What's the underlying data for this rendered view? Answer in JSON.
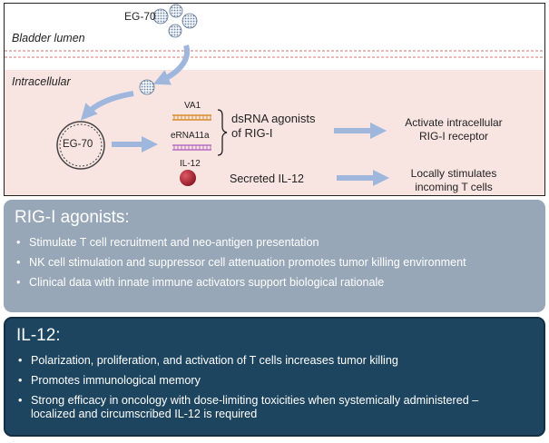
{
  "diagram": {
    "labels": {
      "eg70_top": "EG-70",
      "bladder_lumen": "Bladder lumen",
      "intracellular": "Intracellular",
      "eg70_plasmid": "EG-70",
      "va1": "VA1",
      "erna11a": "eRNA11a",
      "il12": "IL-12",
      "dsrna_line1": "dsRNA agonists",
      "dsrna_line2": "of RIG-I",
      "secreted_il12": "Secreted IL-12",
      "rig_line1": "Activate intracellular",
      "rig_line2": "RIG-I receptor",
      "tcell_line1": "Locally stimulates",
      "tcell_line2": "incoming T cells"
    },
    "colors": {
      "intracellular_bg": "#f8e5e1",
      "membrane": "#e3a1a1",
      "arrow": "#9fb7dc",
      "va1": "#d88b2c",
      "erna11a": "#b56fc0",
      "il12_ball": "#a32231"
    }
  },
  "rig_i": {
    "title": "RIG-I agonists:",
    "bullets": [
      "Stimulate T cell recruitment and neo-antigen presentation",
      "NK cell stimulation and suppressor cell attenuation promotes tumor killing environment",
      "Clinical data with innate immune activators support biological rationale"
    ],
    "color": "#97a7b8"
  },
  "il12": {
    "title": "IL-12:",
    "bullets": [
      "Polarization, proliferation, and activation of T cells increases tumor killing",
      "Promotes immunological memory",
      "Strong efficacy in oncology with dose-limiting toxicities when systemically administered – localized and circumscribed IL-12 is required"
    ],
    "color": "#1d4560"
  }
}
